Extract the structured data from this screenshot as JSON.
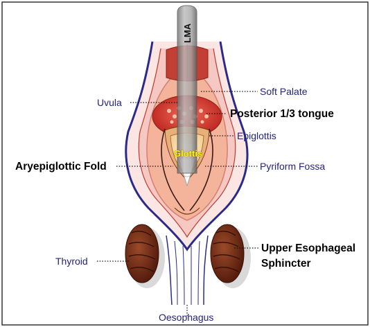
{
  "diagram": {
    "device_label": "LMA",
    "center_label": "Glottis",
    "labels": {
      "soft_palate": "Soft Palate",
      "uvula": "Uvula",
      "posterior_tongue": "Posterior 1/3 tongue",
      "epiglottis": "Epiglottis",
      "aryepiglottic_fold": "Aryepiglottic Fold",
      "pyriform_fossa": "Pyriform Fossa",
      "thyroid": "Thyroid",
      "upper_esophageal_line1": "Upper Esophageal",
      "upper_esophageal_line2": "Sphincter",
      "oesophagus": "Oesophagus"
    },
    "colors": {
      "outline": "#2a2a8a",
      "pharynx_fill": "#f6c8c4",
      "tongue": "#d8332b",
      "tube": "#9a9a9a",
      "thyroid": "#6b2a18",
      "label_light": "#23237a"
    }
  }
}
